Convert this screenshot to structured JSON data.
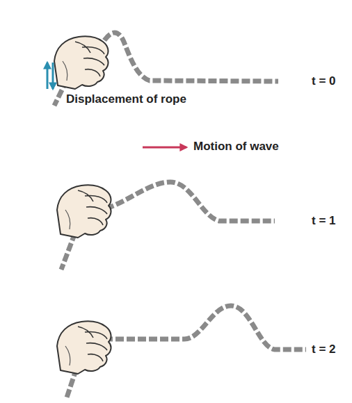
{
  "diagram": {
    "labels": [
      "Displacement of rope",
      "t = 0",
      "Motion of wave",
      "t = 1",
      "t = 2"
    ]
  }
}
